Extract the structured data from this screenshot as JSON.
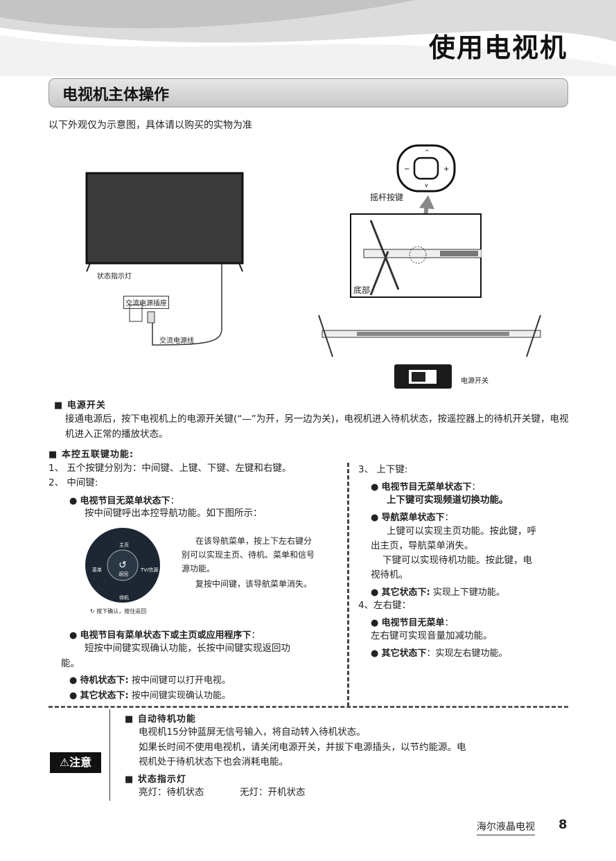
{
  "header": {
    "title": "使用电视机"
  },
  "section": {
    "title": "电视机主体操作",
    "subtitle": "以下外观仅为示意图，具体请以购买的实物为准"
  },
  "diagram": {
    "status_light": "状态指示灯",
    "ac_socket": "交流电源插座",
    "ac_cord": "交流电源线",
    "joystick": "摇杆按键",
    "bottom": "底部",
    "power_switch": "电源开关"
  },
  "power": {
    "heading": "电源开关",
    "text": "接通电源后，按下电视机上的电源开关键(“—”为开，另一边为关)，电视机进入待机状态，按遥控器上的待机开关键，电视机进入正常的播放状态。"
  },
  "five_key": {
    "heading": "本控五联键功能:",
    "item1": "1、 五个按键分别为：中间键、上键、下键、左键和右键。",
    "item2": "2、 中间键:",
    "no_menu_head": "电视节目无菜单状态下",
    "no_menu_colon": "：",
    "no_menu_text": "按中间键呼出本控导航功能。如下图所示：",
    "nav_desc1": "在该导航菜单，按上下左右键分",
    "nav_desc2": "别可以实现主页、待机、菜单和信号",
    "nav_desc3": "源功能。",
    "nav_desc4": "复按中间键，该导航菜单消失。",
    "nav_home": "主页",
    "nav_menu": "菜单",
    "nav_back": "返回",
    "nav_source": "TV/信源",
    "nav_standby": "待机",
    "nav_hint": "按下确认，按住返回",
    "with_menu_head": "电视节目有菜单状态下或主页或应用程序下",
    "with_menu_colon": "：",
    "with_menu_text1": "短按中间键实现确认功能，长按中间键实现返回功",
    "with_menu_text2": "能。",
    "standby_head": "待机状态下:",
    "standby_text": "按中间键可以打开电视。",
    "other_head": "其它状态下:",
    "other_text": "按中间键实现确认功能。"
  },
  "right_col": {
    "item3": "3、 上下键:",
    "r1_head": "电视节目无菜单状态下",
    "r1_colon": "：",
    "r1_text": "上下键可实现频道切换功能。",
    "r2_head": "导航菜单状态下",
    "r2_colon": "：",
    "r2_text1": "上键可以实现主页功能。按此键，呼",
    "r2_text2": "出主页，导航菜单消失。",
    "r2_text3": "下键可以实现待机功能。按此键，电",
    "r2_text4": "视待机。",
    "r3_head": "其它状态下:",
    "r3_text": "实现上下键功能。",
    "item4": "4、左右键：",
    "r4_head": "电视节目无菜单",
    "r4_colon": "：",
    "r4_text": "左右键可实现音量加减功能。",
    "r5_head": "其它状态下",
    "r5_text": "：实现左右键功能。"
  },
  "note": {
    "badge": "注意",
    "auto_head": "自动待机功能",
    "auto_text1": "电视机15分钟蓝屏无信号输入，将自动转入待机状态。",
    "auto_text2": "如果长时间不使用电视机，请关闭电源开关，并拔下电源插头，以节约能源。电",
    "auto_text3": "视机处于待机状态下也会消耗电能。",
    "light_head": "状态指示灯",
    "light_on": "亮灯：待机状态",
    "light_off": "无灯：开机状态"
  },
  "footer": {
    "brand": "海尔液晶电视",
    "page": "8"
  }
}
